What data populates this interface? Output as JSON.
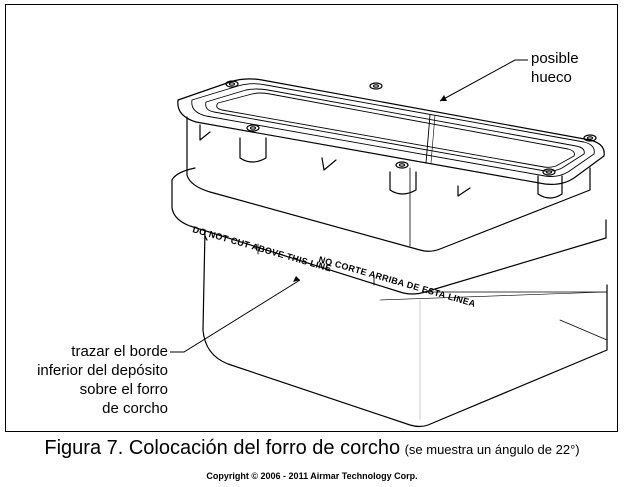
{
  "callouts": {
    "gap_line1": "posible",
    "gap_line2": "hueco",
    "trace_line1": "trazar el borde",
    "trace_line2": "inferior del depósito",
    "trace_line3": "sobre el forro",
    "trace_line4": "de corcho"
  },
  "stencil": {
    "english": "DO NOT CUT ABOVE THIS LINE",
    "spanish": "NO CORTE ARRIBA DE ESTA LINEA"
  },
  "caption": {
    "main": "Figura 7. Colocación del forro de corcho",
    "note": "(se muestra un ángulo de 22°)"
  },
  "copyright": "Copyright © 2006 - 2011 Airmar Technology Corp."
}
